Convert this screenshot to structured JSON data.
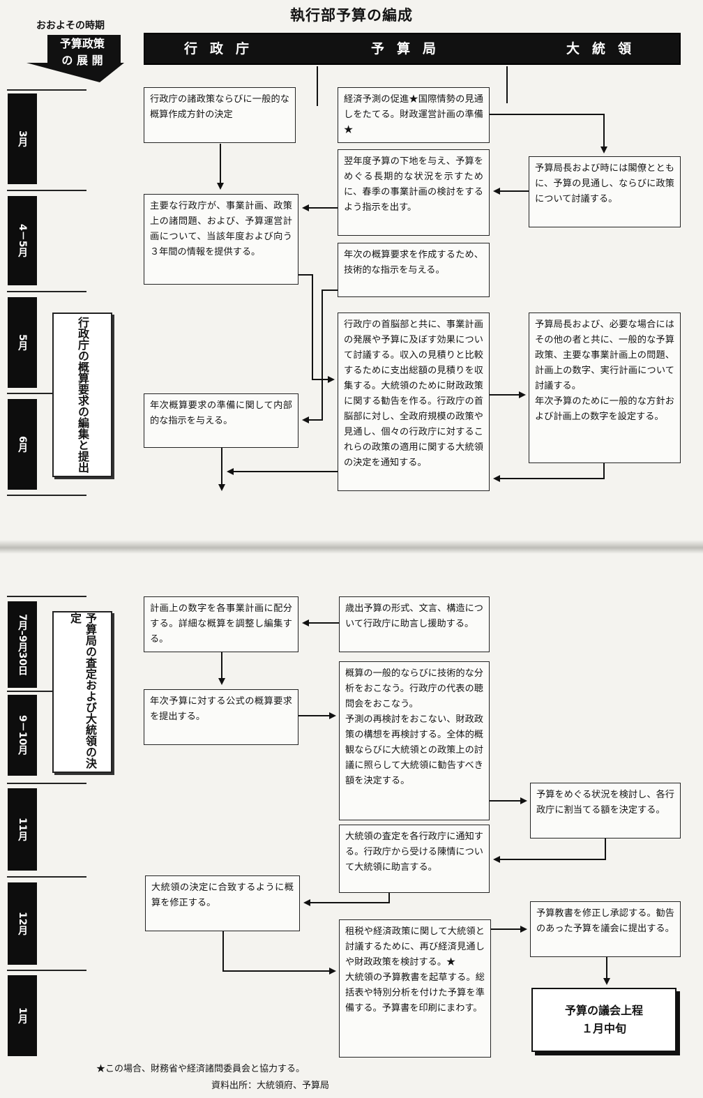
{
  "title": "執行部予算の編成",
  "period_label": "おおよその時期",
  "policy_label": "予算政策\nの 展 開",
  "columns": [
    "行政庁",
    "予算局",
    "大統領"
  ],
  "months": [
    "3月",
    "4－5月",
    "5月",
    "6月",
    "7月–9月30日",
    "9－10月",
    "11月",
    "12月",
    "1月"
  ],
  "phases": [
    "行政庁の概算要求の編集と提出",
    "予算局の査定および大統領の決定"
  ],
  "boxes": {
    "a1": "行政庁の諸政策ならびに一般的な概算作成方針の決定",
    "b1": "経済予測の促進★国際情勢の見通しをたてる。財政運営計画の準備★",
    "c1": "予算局長および時には閣僚とともに、予算の見通し、ならびに政策について討議する。",
    "b2": "翌年度予算の下地を与え、予算をめぐる長期的な状況を示すために、春季の事業計画の検討をするよう指示を出す。",
    "a2": "主要な行政庁が、事業計画、政策上の諸問題、および、予算運営計画について、当該年度および向う３年間の情報を提供する。",
    "b3": "年次の概算要求を作成するため、技術的な指示を与える。",
    "b4": "行政庁の首脳部と共に、事業計画の発展や予算に及ぼす効果について討議する。収入の見積りと比較するために支出総額の見積りを収集する。大統領のために財政政策に関する勧告を作る。行政庁の首脳部に対し、全政府規模の政策や見通し、個々の行政庁に対するこれらの政策の適用に関する大統領の決定を通知する。",
    "c2": "予算局長および、必要な場合にはその他の者と共に、一般的な予算政策、主要な事業計画上の問題、計画上の数字、実行計画について討議する。\n年次予算のために一般的な方針および計画上の数字を設定する。",
    "a3": "年次概算要求の準備に関して内部的な指示を与える。",
    "a4": "計画上の数字を各事業計画に配分する。詳細な概算を調整し編集する。",
    "b5": "歳出予算の形式、文言、構造について行政庁に助言し援助する。",
    "a5": "年次予算に対する公式の概算要求を提出する。",
    "b6": "概算の一般的ならびに技術的な分析をおこなう。行政庁の代表の聴問会をおこなう。\n予測の再検討をおこない、財政政策の構想を再検討する。全体的概観ならびに大統領との政策上の討議に照らして大統領に勧告すべき額を決定する。",
    "c3": "予算をめぐる状況を検討し、各行政庁に割当てる額を決定する。",
    "b7": "大統領の査定を各行政庁に通知する。行政庁から受ける陳情について大統領に助言する。",
    "a6": "大統領の決定に合致するように概算を修正する。",
    "b8": "租税や経済政策に関して大統領と討議するために、再び経済見通しや財政政策を検討する。★\n大統領の予算教書を起草する。総括表や特別分析を付けた予算を準備する。予算書を印刷にまわす。",
    "c4": "予算教書を修正し承認する。勧告のあった予算を議会に提出する。"
  },
  "final_box": "予算の議会上程\n１月中旬",
  "footnote": "★この場合、財務省や経済諸問委員会と協力する。",
  "source": "資料出所：大統領府、予算局"
}
